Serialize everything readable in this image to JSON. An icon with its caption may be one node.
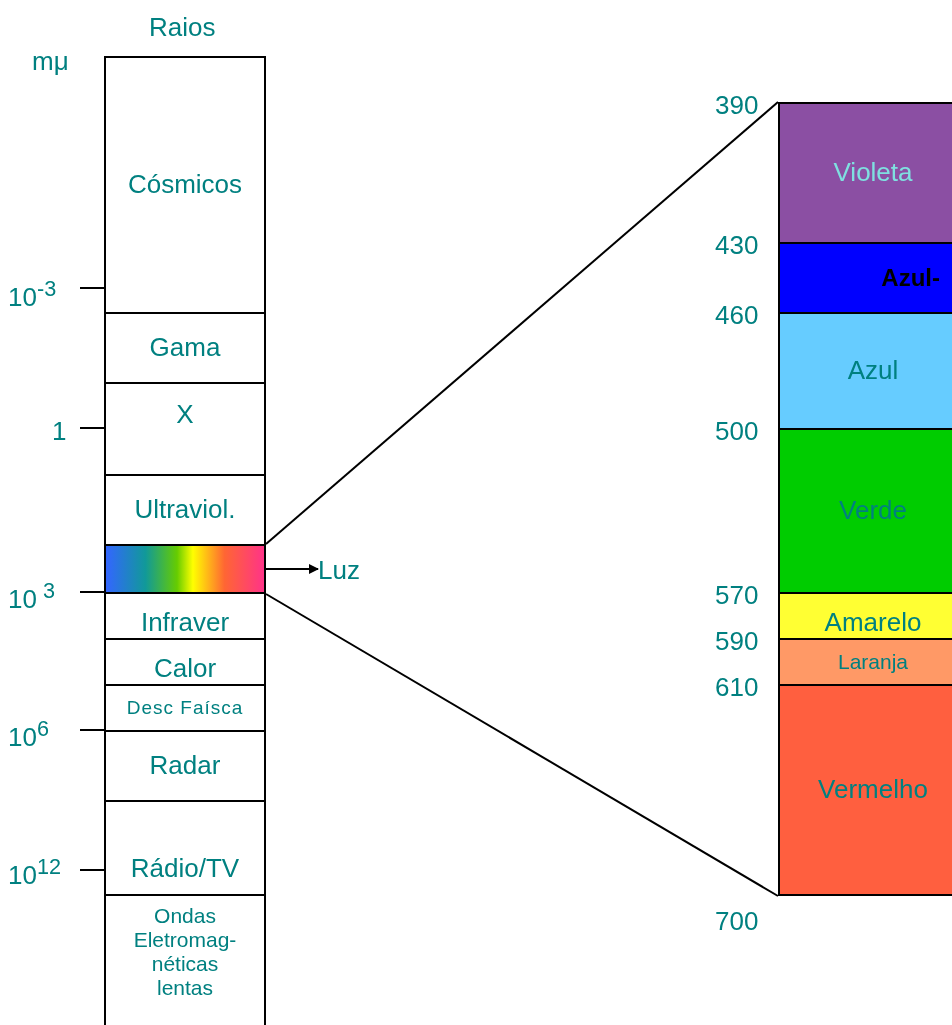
{
  "diagram": {
    "nodes": [
      {
        "text": [
          "Cósmicos"
        ]
      },
      {
        "text": [
          "Gama"
        ]
      },
      {
        "text": [
          "X"
        ]
      },
      {
        "text": [
          "Ultraviol."
        ]
      },
      {
        "text": [],
        "shape": "bar"
      },
      {
        "text": [
          "Infraver"
        ]
      },
      {
        "text": [
          "Calor"
        ]
      },
      {
        "text": [
          "Desc Faísca"
        ]
      },
      {
        "text": [
          "Radar"
        ]
      },
      {
        "text": [
          "Rádio/TV"
        ]
      },
      {
        "text": [
          "Ondas Eletromag- néticas lentas"
        ]
      },
      {
        "text": [
          "Luz"
        ]
      },
      {
        "text": [
          "Violeta"
        ]
      },
      {
        "text": [
          "Azul-"
        ]
      },
      {
        "text": [
          "Azul"
        ]
      },
      {
        "text": [
          "Verde"
        ]
      },
      {
        "text": [
          "Amarelo"
        ]
      },
      {
        "text": [
          "Laranja"
        ]
      },
      {
        "text": [
          "Vermelho"
        ]
      }
    ],
    "edges": [
      {
        "from": 4,
        "to": 11,
        "arrow": "to"
      },
      {
        "from": 4,
        "to": 12,
        "arrow": "none"
      },
      {
        "from": 4,
        "to": 18,
        "arrow": "none"
      }
    ],
    "labels": [
      "Raios",
      "mμ",
      "390",
      "10$^{-3}$",
      "430",
      "460",
      "1",
      "500",
      "10$^{ 3}$",
      "570",
      "590",
      "610",
      "10$^{6}$",
      "10$^{12}$",
      "700"
    ]
  }
}
